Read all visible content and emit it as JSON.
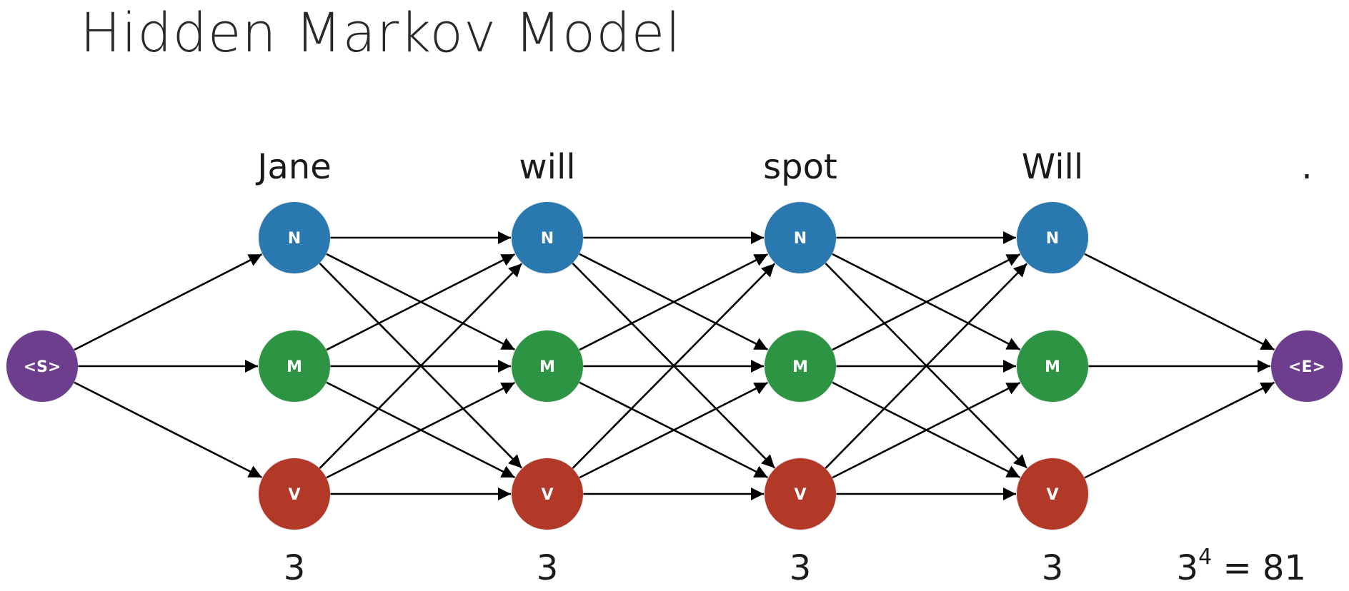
{
  "title": "Hidden Markov Model",
  "words": [
    "Jane",
    "will",
    "spot",
    "Will",
    "."
  ],
  "states": [
    "N",
    "M",
    "V"
  ],
  "start_label": "<S>",
  "end_label": "<E>",
  "counts": [
    "3",
    "3",
    "3",
    "3"
  ],
  "total": {
    "base": "3",
    "exponent": "4",
    "rest": " = 81"
  },
  "colors": {
    "N": "#2a78b0",
    "M": "#2c9442",
    "V": "#b23828",
    "S": "#6e3e8e",
    "E": "#6e3e8e"
  }
}
